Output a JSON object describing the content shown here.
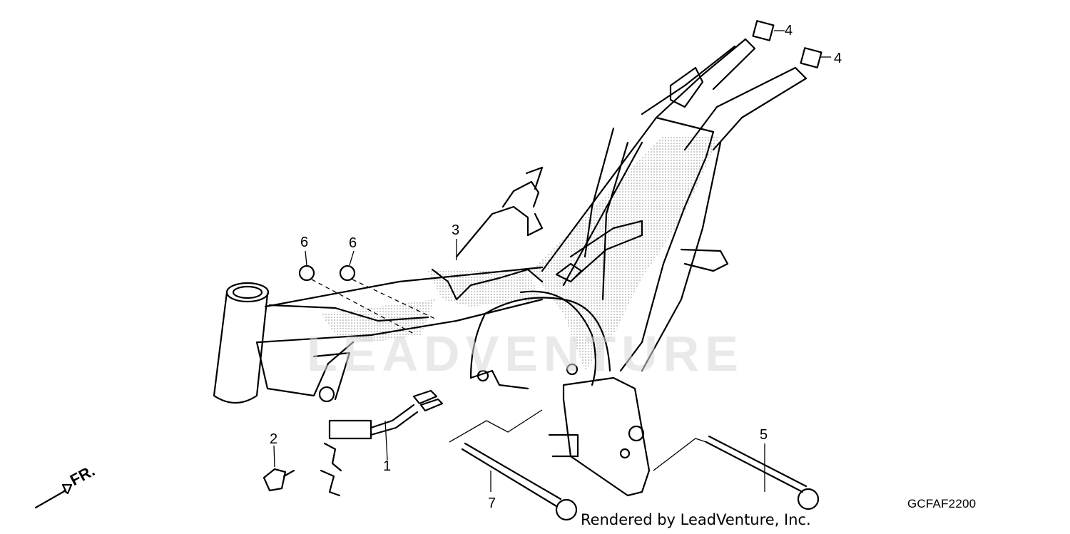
{
  "diagram_code": "GCFAF2200",
  "footer": "Rendered by LeadVenture, Inc.",
  "front_marker": "FR.",
  "watermark": "LEADVENTURE",
  "callouts": [
    "1",
    "2",
    "3",
    "4",
    "4",
    "5",
    "6",
    "6",
    "7"
  ]
}
